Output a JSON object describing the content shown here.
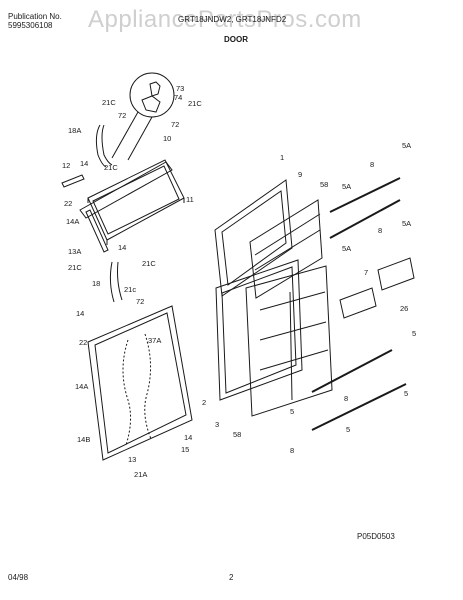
{
  "header": {
    "pub_label": "Publication No.",
    "pub_number": "5995306108",
    "models": "GRT18JNDW2, GRT18JNFD2",
    "section": "DOOR",
    "watermark": "AppliancePartsPros.com"
  },
  "footer": {
    "diagram_code": "P05D0503",
    "date": "04/98",
    "page": "2"
  },
  "callouts": [
    "21C",
    "72",
    "73",
    "74",
    "21C",
    "72",
    "18A",
    "10",
    "12",
    "14",
    "21C",
    "22",
    "11",
    "14A",
    "13A",
    "14",
    "21C",
    "21C",
    "18",
    "21c",
    "72",
    "1",
    "9",
    "58",
    "5A",
    "8",
    "5A",
    "5A",
    "8",
    "5A",
    "7",
    "26",
    "14",
    "22",
    "37A",
    "14A",
    "14B",
    "15",
    "13",
    "21A",
    "2",
    "3",
    "58",
    "14",
    "5",
    "5",
    "8",
    "5",
    "8",
    "5"
  ],
  "colors": {
    "ink": "#1a1a1a",
    "watermark": "#cfcfcf"
  }
}
